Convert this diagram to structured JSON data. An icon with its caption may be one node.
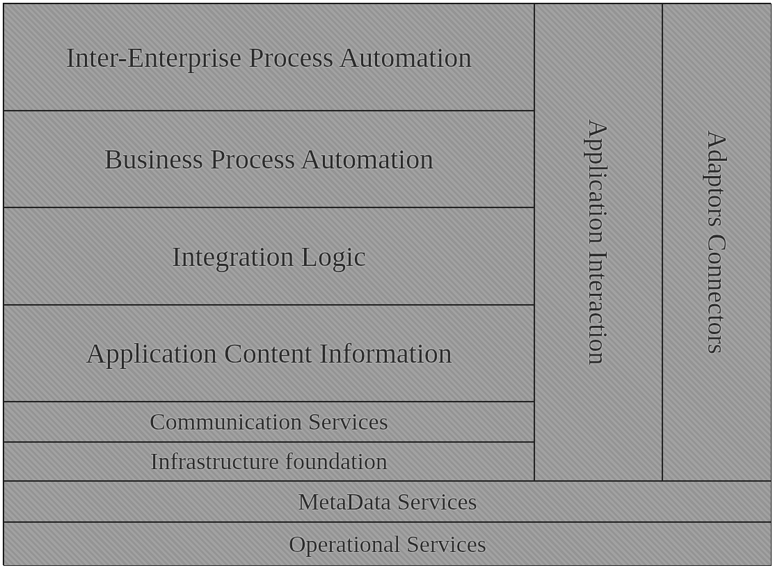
{
  "diagram": {
    "nodes": [
      {
        "text": [
          "Inter-Enterprise Process Automation"
        ]
      },
      {
        "text": [
          "Business Process Automation"
        ]
      },
      {
        "text": [
          "Integration Logic"
        ]
      },
      {
        "text": [
          "Application Content Information"
        ]
      },
      {
        "text": [
          "Communication Services"
        ]
      },
      {
        "text": [
          "Infrastructure foundation"
        ]
      },
      {
        "text": [
          "Application Interaction"
        ]
      },
      {
        "text": [
          "Adaptors Connectors"
        ]
      },
      {
        "text": [
          "MetaData Services"
        ]
      },
      {
        "text": [
          "Operational Services"
        ]
      }
    ]
  }
}
